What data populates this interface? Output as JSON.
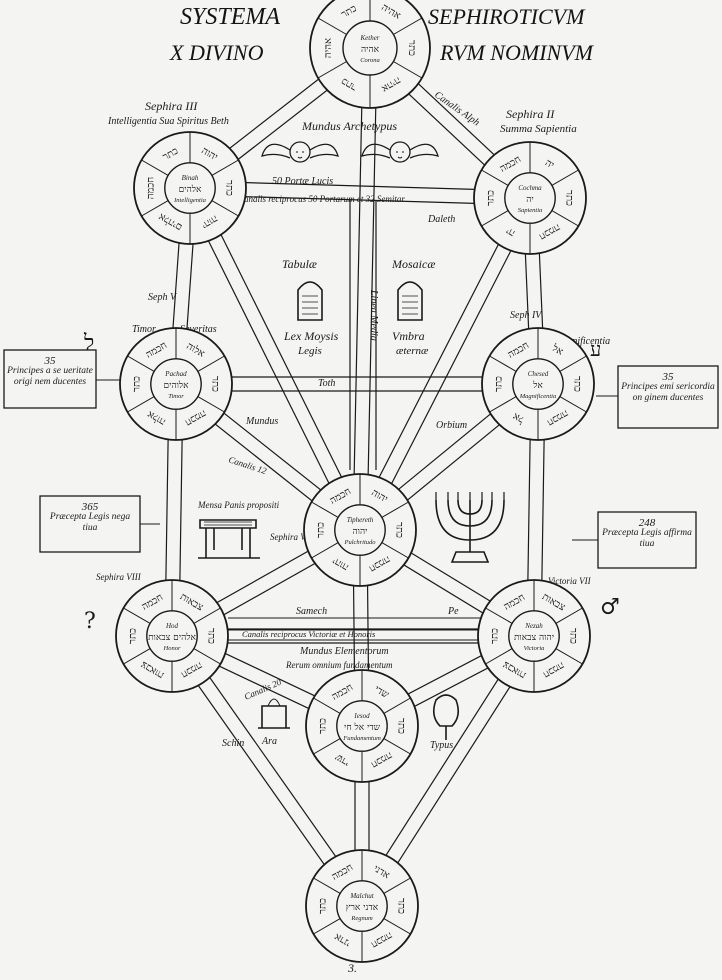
{
  "title": {
    "line1_left": "SYSTEMA",
    "line1_right": "SEPHIROTICVM",
    "line2_left": "X DIVINO",
    "line2_right": "RVM NOMINVM"
  },
  "sephiroth": [
    {
      "id": "kether",
      "hebrew": "אהיה",
      "latin": "Kether",
      "sub": "Corona",
      "ring": [
        "כתר",
        "אהיה",
        "כתר",
        "אהיה",
        "כתר",
        "אהיה"
      ]
    },
    {
      "id": "chochma",
      "hebrew": "יה",
      "latin": "Cochma",
      "sub": "Sapientia",
      "ring": [
        "כתר",
        "חכמה",
        "יה",
        "כתר",
        "חכמה",
        "יה"
      ]
    },
    {
      "id": "binah",
      "hebrew": "אלהים",
      "latin": "Binah",
      "sub": "Intelligentia",
      "ring": [
        "כתר",
        "יהוה",
        "אלהים",
        "חכמה",
        "כתר",
        "יהוה"
      ]
    },
    {
      "id": "chesed",
      "hebrew": "אל",
      "latin": "Chesed",
      "sub": "Magnificentia",
      "ring": [
        "כתר",
        "חכמה",
        "אל",
        "כתר",
        "חכמה",
        "אל"
      ]
    },
    {
      "id": "pachad",
      "hebrew": "אלוהים",
      "latin": "Pachad",
      "sub": "Timor",
      "ring": [
        "כתר",
        "חכמה",
        "אלוה",
        "כתר",
        "חכמה",
        "אלוה"
      ]
    },
    {
      "id": "tiphereth",
      "hebrew": "יהוה",
      "latin": "Tiphereth",
      "sub": "Pulchritudo",
      "ring": [
        "כתר",
        "חכמה",
        "יהוה",
        "כתר",
        "חכמה",
        "יהוה"
      ]
    },
    {
      "id": "hod",
      "hebrew": "אלהים צבאות",
      "latin": "Hod",
      "sub": "Honor",
      "ring": [
        "כתר",
        "חכמה",
        "צבאות",
        "כתר",
        "חכמה",
        "צבאות"
      ]
    },
    {
      "id": "nezah",
      "hebrew": "יהוה צבאות",
      "latin": "Nezah",
      "sub": "Victoria",
      "ring": [
        "כתר",
        "חכמה",
        "צבאות",
        "כתר",
        "חכמה",
        "צבאות"
      ]
    },
    {
      "id": "iesod",
      "hebrew": "שדי אל חי",
      "latin": "Iesod",
      "sub": "Fundamentum",
      "ring": [
        "כתר",
        "חכמה",
        "שדי",
        "כתר",
        "חכמה",
        "שדי"
      ]
    },
    {
      "id": "malchut",
      "hebrew": "אדני ארץ",
      "latin": "Malchut",
      "sub": "Regnum",
      "ring": [
        "כתר",
        "חכמה",
        "אדני",
        "כתר",
        "חכמה",
        "אדני"
      ]
    }
  ],
  "labels": {
    "sephira_iii": "Sephira III",
    "intelligentia": "Intelligentia Sua Spiritus Beth",
    "sephira_ii": "Sephira II",
    "summa_sapientia": "Summa  Sapientia",
    "canalis_alph": "Canalis Alph",
    "mundus_archetypus": "Mundus Archetypus",
    "portae_lucis": "50 Portæ Lucis",
    "canalis_reciprocus_top": "Canalis reciprocus 50 Portarum et 32 Semitar",
    "daleth": "Daleth",
    "tabulae": "Tabulæ",
    "mosaicae": "Mosaicæ",
    "lex_moysis": "Lex Moysis",
    "legis": "Legis",
    "umbra": "Vmbra",
    "aeternae": "æternæ",
    "linea_media": "Linea Media",
    "seph_v": "Seph V",
    "seph_iv": "Seph IV",
    "timor": "Timor",
    "severitas": "Severitas",
    "magnificentia": "Magnificentia",
    "toth": "Toth",
    "mundus": "Mundus",
    "orbium": "Orbium",
    "canalis_12": "Canalis 12",
    "menorah_label": "Mensa Panis propositi",
    "sephira_vi": "Sephira VI",
    "samech": "Samech",
    "pe": "Pe",
    "canalis_reciprocus_mid": "Canalis reciprocus Victoriæ et Honoris",
    "mundus_elementorum": "Mundus Elementorum",
    "rerum_omnium": "Rerum omnium fundamentum",
    "canalis_20": "Canalis 20",
    "schin": "Schin",
    "ara": "Ara",
    "typus": "Typus",
    "victoria_vii": "Victoria VII",
    "sephira_viii": "Sephira VIII",
    "bottom_mark": "3."
  },
  "boxes": {
    "left_upper": {
      "number": "35",
      "text": "Principes a se ueritate origi nem ducentes"
    },
    "right_upper": {
      "number": "35",
      "text": "Principes emi sericordia on ginem ducentes"
    },
    "left_lower": {
      "number": "365",
      "text": "Præcepta Legis nega tiua"
    },
    "right_lower": {
      "number": "248",
      "text": "Præcepta Legis affirma tiua"
    }
  },
  "colors": {
    "ink": "#1a1a1a",
    "paper": "#f4f4f2"
  }
}
